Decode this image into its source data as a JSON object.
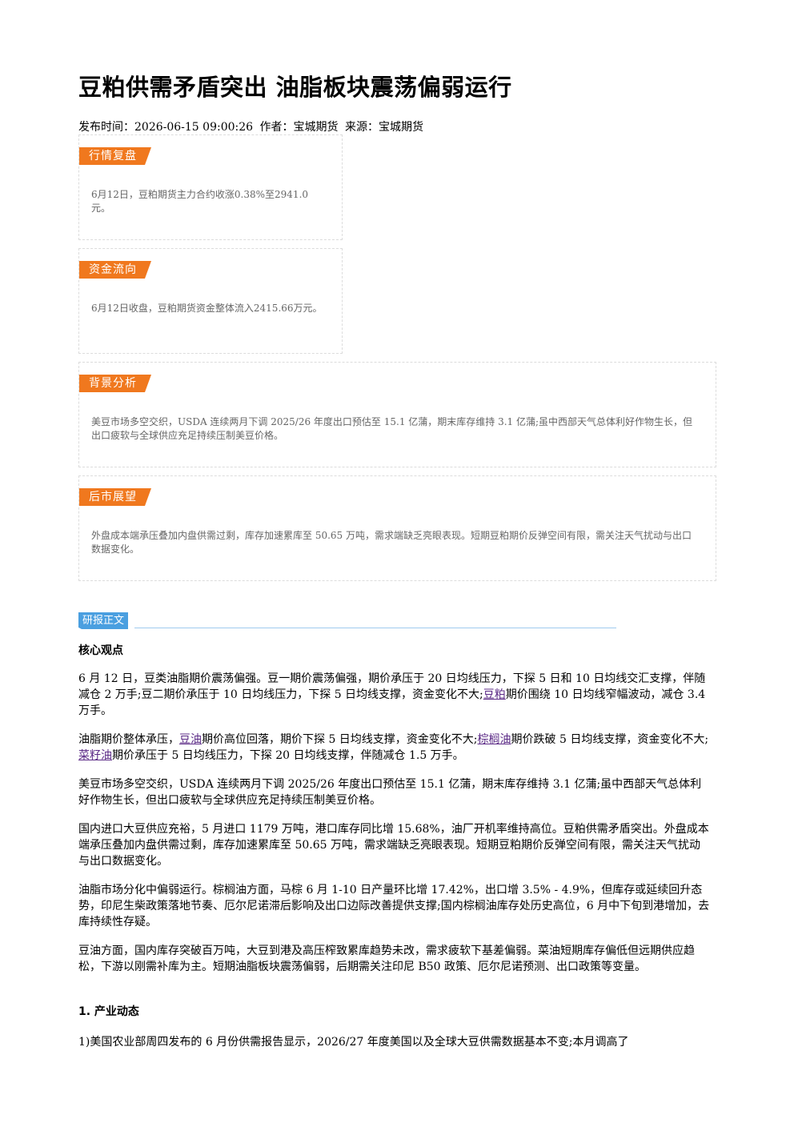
{
  "article": {
    "title": "豆粕供需矛盾突出 油脂板块震荡偏弱运行",
    "meta": {
      "publish_time": "发布时间：2026-06-15 09:00:26",
      "author": "作者：宝城期货",
      "source": "来源：宝城期货"
    }
  },
  "cards": [
    {
      "tag": "行情复盘",
      "text": "6月12日，豆粕期货主力合约收涨0.38%至2941.0元。"
    },
    {
      "tag": "资金流向",
      "text": "6月12日收盘，豆粕期货资金整体流入2415.66万元。"
    },
    {
      "tag": "背景分析",
      "text": "美豆市场多空交织，USDA 连续两月下调 2025/26 年度出口预估至 15.1 亿蒲，期末库存维持 3.1 亿蒲;虽中西部天气总体利好作物生长，但出口疲软与全球供应充足持续压制美豆价格。"
    },
    {
      "tag": "后市展望",
      "text": "外盘成本端承压叠加内盘供需过剩，库存加速累库至 50.65 万吨，需求端缺乏亮眼表现。短期豆粕期价反弹空间有限，需关注天气扰动与出口数据变化。"
    }
  ],
  "report": {
    "section_label": "研报正文",
    "core_heading": "核心观点",
    "p1": {
      "a": "6 月 12 日，豆类油脂期价震荡偏强。豆一期价震荡偏强，期价承压于 20 日均线压力，下探 5 日和 10 日均线交汇支撑，伴随减仓 2 万手;豆二期价承压于 10 日均线压力，下探 5 日均线支撑，资金变化不大;",
      "link": "豆粕",
      "b": "期价围绕 10 日均线窄幅波动，减仓 3.4 万手。"
    },
    "p2": {
      "a": "油脂期价整体承压，",
      "link1": "豆油",
      "b": "期价高位回落，期价下探 5 日均线支撑，资金变化不大;",
      "link2": "棕榈油",
      "c": "期价跌破 5 日均线支撑，资金变化不大;",
      "link3": "菜籽油",
      "d": "期价承压于 5 日均线压力，下探 20 日均线支撑，伴随减仓 1.5 万手。"
    },
    "p3": "美豆市场多空交织，USDA 连续两月下调 2025/26 年度出口预估至 15.1 亿蒲，期末库存维持 3.1 亿蒲;虽中西部天气总体利好作物生长，但出口疲软与全球供应充足持续压制美豆价格。",
    "p4": "国内进口大豆供应充裕，5 月进口 1179 万吨，港口库存同比增 15.68%，油厂开机率维持高位。豆粕供需矛盾突出。外盘成本端承压叠加内盘供需过剩，库存加速累库至 50.65 万吨，需求端缺乏亮眼表现。短期豆粕期价反弹空间有限，需关注天气扰动与出口数据变化。",
    "p5": "油脂市场分化中偏弱运行。棕榈油方面，马棕 6 月 1-10 日产量环比增 17.42%，出口增 3.5% - 4.9%，但库存或延续回升态势，印尼生柴政策落地节奏、厄尔尼诺滞后影响及出口边际改善提供支撑;国内棕榈油库存处历史高位，6 月中下旬到港增加，去库持续性存疑。",
    "p6": "豆油方面，国内库存突破百万吨，大豆到港及高压榨致累库趋势未改，需求疲软下基差偏弱。菜油短期库存偏低但远期供应趋松，下游以刚需补库为主。短期油脂板块震荡偏弱，后期需关注印尼 B50 政策、厄尔尼诺预测、出口政策等变量。",
    "industry_heading": "1. 产业动态",
    "p7": "1)美国农业部周四发布的 6 月份供需报告显示，2026/27 年度美国以及全球大豆供需数据基本不变;本月调高了"
  }
}
